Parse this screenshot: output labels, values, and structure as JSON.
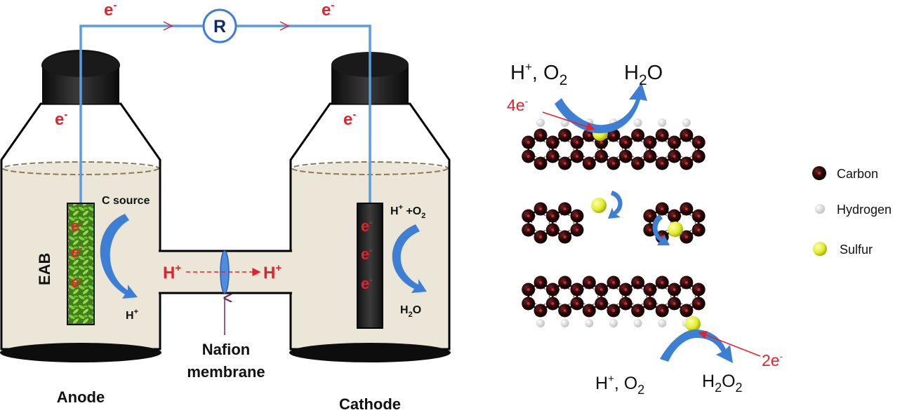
{
  "colors": {
    "electron_red": "#e8202a",
    "wire_blue": "#5b9be0",
    "arrow_blue": "#3d7fd4",
    "solution": "#ebe6d7",
    "cap_dark": "#1a1a1a",
    "carbon": "#2a0808",
    "hydrogen": "#eeeeee",
    "sulfur": "#e8f040",
    "bacteria_green": "#5cae2e"
  },
  "cell": {
    "resistor": "R",
    "electron": "e",
    "minus": "-",
    "anode_label": "Anode",
    "cathode_label": "Cathode",
    "eab_label": "EAB",
    "c_source": "C source",
    "h_plus_text": "H",
    "h_plus_sup": "+",
    "cathode_reactant_h": "H",
    "cathode_reactant_sup": "+",
    "cathode_reactant_o": " +O",
    "cathode_reactant_sub": "2",
    "cathode_product_h": "H",
    "cathode_product_sub": "2",
    "cathode_product_o": "O",
    "membrane_line1": "Nafion",
    "membrane_line2": "membrane"
  },
  "molecule": {
    "top_reactant_h": "H",
    "top_reactant_sup": "+",
    "top_reactant_o": ", O",
    "top_reactant_sub": "2",
    "top_product_h": "H",
    "top_product_sub": "2",
    "top_product_o": "O",
    "four_e": "4e",
    "two_e": "2e",
    "minus": "-",
    "bottom_reactant_h": "H",
    "bottom_reactant_sup": "+",
    "bottom_reactant_o": ", O",
    "bottom_reactant_sub": "2",
    "bottom_product_h": "H",
    "bottom_product_sub1": "2",
    "bottom_product_o": "O",
    "bottom_product_sub2": "2"
  },
  "legend": {
    "items": [
      {
        "label": "Carbon",
        "icon": "carbon-atom"
      },
      {
        "label": "Hydrogen",
        "icon": "hydrogen-atom"
      },
      {
        "label": "Sulfur",
        "icon": "sulfur-atom"
      }
    ]
  }
}
